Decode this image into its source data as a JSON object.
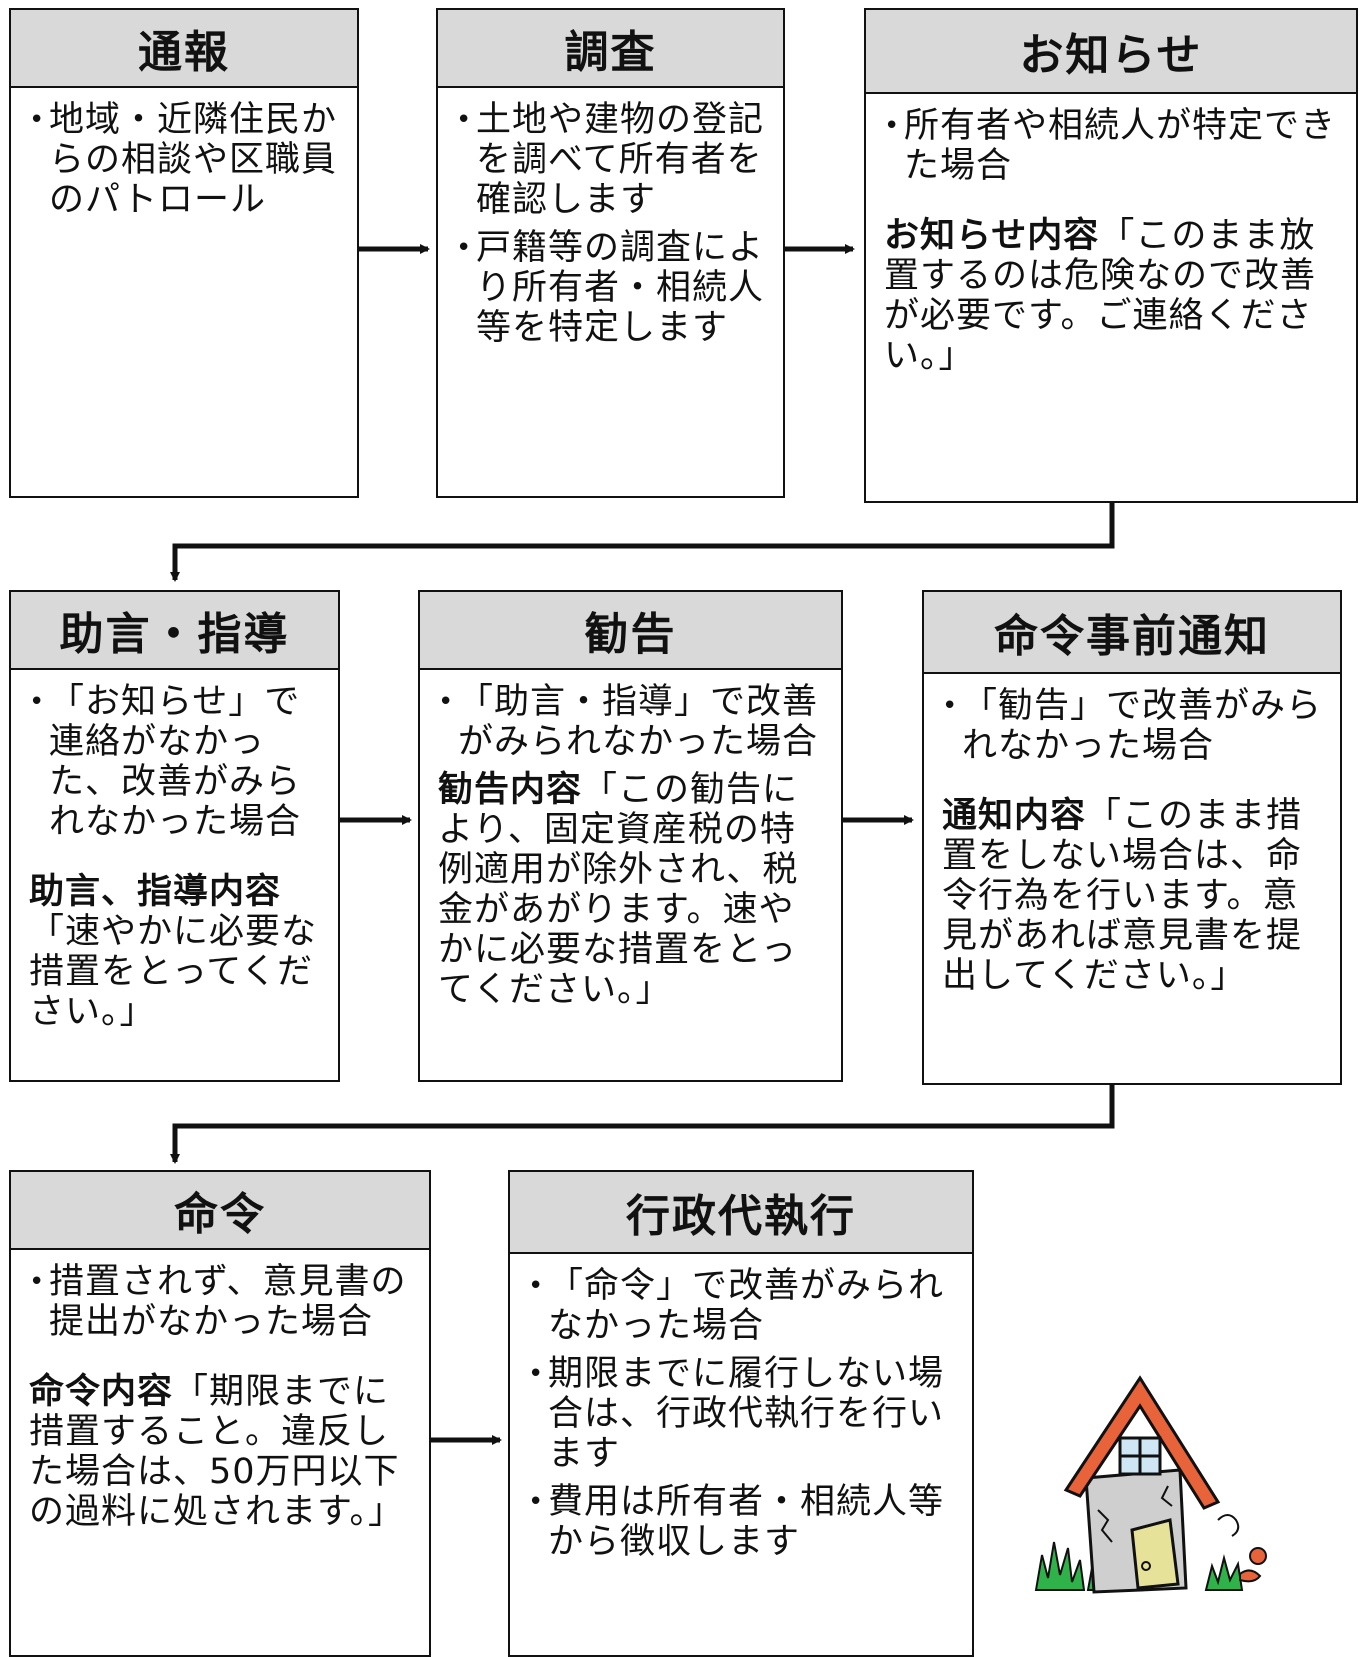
{
  "steps": {
    "tsuho": {
      "title": "通報",
      "items": [
        "地域・近隣住民からの相談や区職員のパトロール"
      ]
    },
    "chosa": {
      "title": "調査",
      "items": [
        "土地や建物の登記を調べて所有者を確認します",
        "戸籍等の調査により所有者・相続人等を特定します"
      ]
    },
    "oshirase": {
      "title": "お知らせ",
      "items": [
        "所有者や相続人が特定できた場合"
      ],
      "content_label": "お知らせ内容",
      "content_text": "「このまま放置するのは危険なので改善が必要です。ご連絡ください。」"
    },
    "jogen": {
      "title": "助言・指導",
      "items": [
        "「お知らせ」で連絡がなかった、改善がみられなかった場合"
      ],
      "content_label": "助言、指導内容",
      "content_text": "「速やかに必要な措置をとってください。」"
    },
    "kankoku": {
      "title": "勧告",
      "items": [
        "「助言・指導」で改善がみられなかった場合"
      ],
      "content_label": "勧告内容",
      "content_text": "「この勧告により、固定資産税の特例適用が除外され、税金があがります。速やかに必要な措置をとってください。」"
    },
    "jizen": {
      "title": "命令事前通知",
      "items": [
        "「勧告」で改善がみられなかった場合"
      ],
      "content_label": "通知内容",
      "content_text": "「このまま措置をしない場合は、命令行為を行います。意見があれば意見書を提出してください。」"
    },
    "meirei": {
      "title": "命令",
      "items": [
        "措置されず、意見書の提出がなかった場合"
      ],
      "content_label": "命令内容",
      "content_text": "「期限までに措置すること。違反した場合は、50万円以下の過料に処されます。」"
    },
    "daishikko": {
      "title": "行政代執行",
      "items": [
        "「命令」で改善がみられなかった場合",
        "期限までに履行しない場合は、行政代執行を行います",
        "費用は所有者・相続人等から徴収します"
      ]
    }
  },
  "bullet": "•",
  "illustration": {
    "icon": "abandoned-house-icon",
    "roof_color": "#e8623a",
    "wall_color": "#cfcfcf",
    "grass_color": "#2fb24a"
  }
}
